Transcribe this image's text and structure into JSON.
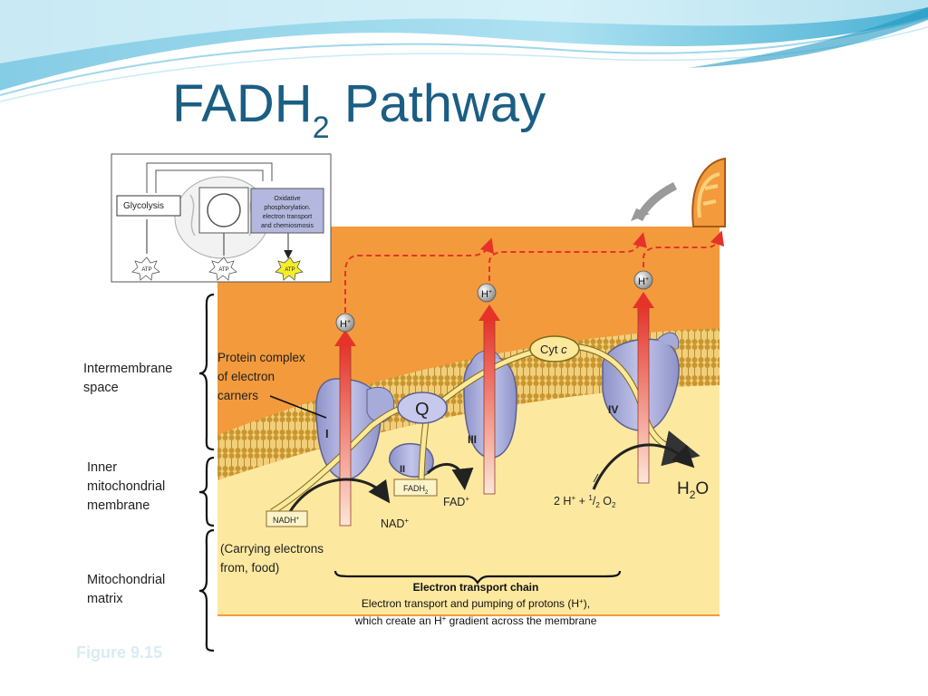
{
  "title": {
    "main": "FADH",
    "sub": "2",
    "rest": " Pathway"
  },
  "labels": {
    "intermembrane": [
      "Intermembrane",
      "space"
    ],
    "inner_membrane": [
      "Inner",
      "mitochondrial",
      "membrane"
    ],
    "matrix": [
      "Mitochondrial",
      "matrix"
    ]
  },
  "caption": "Figure 9.15",
  "inset": {
    "glycolysis": "Glycolysis",
    "oxphos": [
      "Oxidative",
      "phosphorylation.",
      "electron transport",
      "and chemiosmosis"
    ],
    "atp": [
      "ATP",
      "ATP",
      "ATP"
    ]
  },
  "diagram": {
    "protein_complex": [
      "Protein complex",
      "of electron",
      "carners"
    ],
    "complexes": [
      "I",
      "II",
      "III",
      "IV"
    ],
    "q": "Q",
    "cytc_prefix": "Cyt ",
    "cytc_italic": "c",
    "h_plus": "H",
    "h_sup": "+",
    "fadh2": "FADH",
    "fadh2_sub": "2",
    "nadh": "NADH",
    "nadh_sup": "+",
    "nad": "NAD",
    "nad_sup": "+",
    "fad": "FAD",
    "fad_sup": "+",
    "two_h": "2 H",
    "two_h_sup": "+",
    "plus_half": " + ",
    "half_num": "1",
    "half_den": "2",
    "o2": " O",
    "o2_sub": "2",
    "h2o": "H",
    "h2o_sub": "2",
    "h2o_o": "O",
    "carrying": [
      "(Carrying electrons",
      "from, food)"
    ],
    "etc_title": "Electron transport chain",
    "etc_line1": "Electron transport and pumping of protons (H",
    "etc_line1_sup": "+",
    "etc_line1_end": "),",
    "etc_line2a": "which create an H",
    "etc_line2_sup": "+",
    "etc_line2b": " gradient across the membrane"
  },
  "colors": {
    "title": "#1b5e84",
    "intermembrane": "#f39a3c",
    "matrix": "#fde8a0",
    "protein": "#b4b8df",
    "wave": "#7ec8e3"
  }
}
